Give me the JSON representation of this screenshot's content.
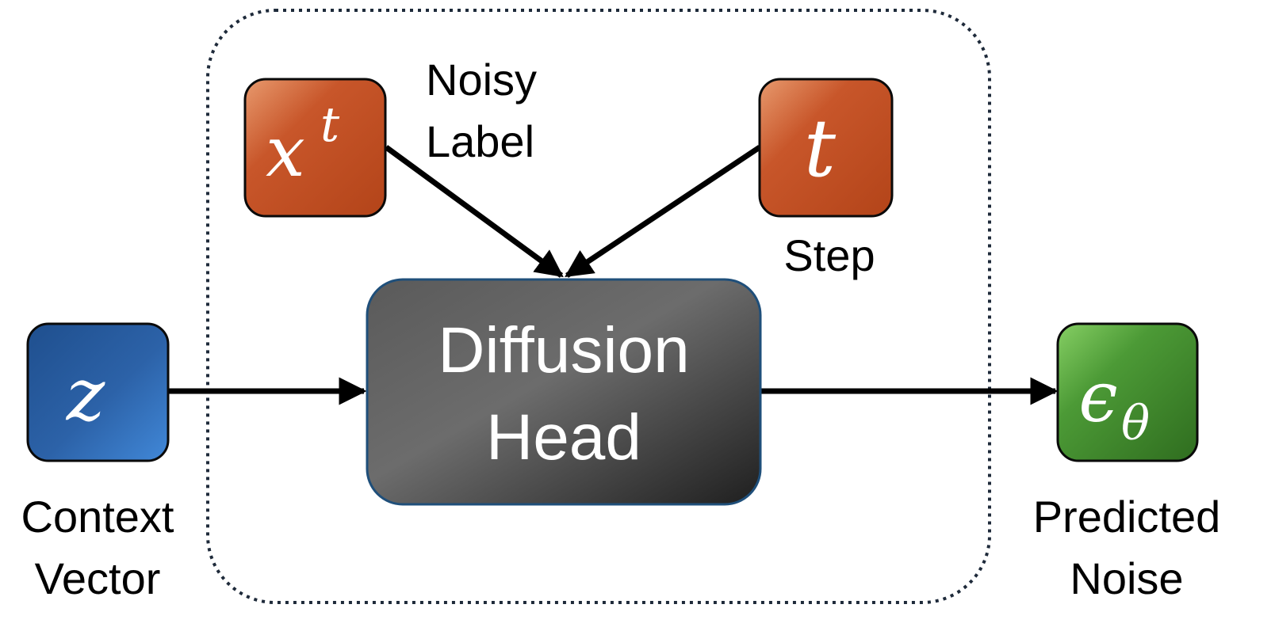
{
  "diagram": {
    "nodes": {
      "context": {
        "symbol": "z",
        "caption_line1": "Context",
        "caption_line2": "Vector",
        "color": "#2f6cb5"
      },
      "noisy_label": {
        "symbol_base": "x",
        "symbol_sup": "t",
        "caption_line1": "Noisy",
        "caption_line2": "Label",
        "color": "#c75b2a"
      },
      "step": {
        "symbol": "t",
        "caption": "Step",
        "color": "#c75b2a"
      },
      "diffusion_head": {
        "line1": "Diffusion",
        "line2": "Head",
        "color": "#4a4a4a"
      },
      "predicted_noise": {
        "symbol_base": "ϵ",
        "symbol_sub": "θ",
        "caption_line1": "Predicted",
        "caption_line2": "Noise",
        "color": "#4f9a3a"
      }
    },
    "edges": [
      {
        "from": "context",
        "to": "diffusion_head"
      },
      {
        "from": "noisy_label",
        "to": "diffusion_head"
      },
      {
        "from": "step",
        "to": "diffusion_head"
      },
      {
        "from": "diffusion_head",
        "to": "predicted_noise"
      }
    ]
  }
}
